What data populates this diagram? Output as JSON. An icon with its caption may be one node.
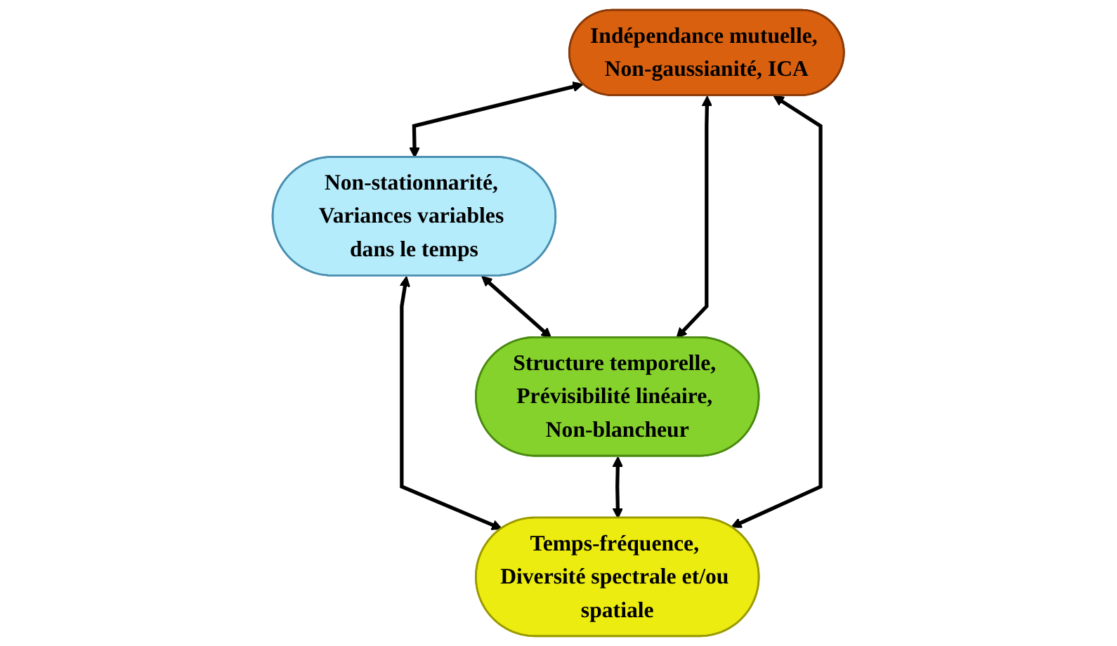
{
  "diagram": {
    "nodes": [
      {
        "text": [
          "Indépendance mutuelle, Non-gaussianité, ICA"
        ]
      },
      {
        "text": [
          "Non-stationnarité, Variances variables dans le temps"
        ]
      },
      {
        "text": [
          "Structure temporelle, Prévisibilité linéaire, Non-blancheur"
        ]
      },
      {
        "text": [
          "Temps-fréquence, Diversité spectrale et/ou spatiale"
        ]
      }
    ],
    "edges": [
      {
        "from": 0,
        "to": 1,
        "arrow": "both"
      },
      {
        "from": 0,
        "to": 2,
        "arrow": "both"
      },
      {
        "from": 1,
        "to": 3,
        "arrow": "both"
      },
      {
        "from": 2,
        "to": 3,
        "arrow": "both"
      },
      {
        "from": 0,
        "to": 3,
        "arrow": "both"
      },
      {
        "from": 1,
        "to": 2,
        "arrow": "both"
      }
    ]
  }
}
